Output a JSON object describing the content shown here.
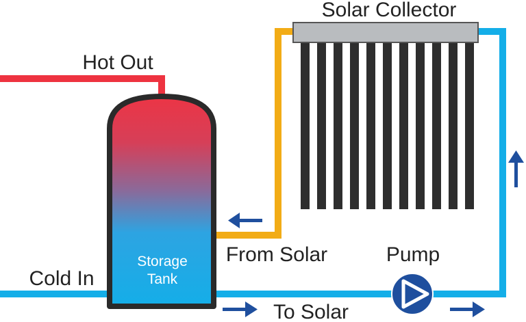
{
  "labels": {
    "solar_collector": "Solar Collector",
    "hot_out": "Hot Out",
    "from_solar": "From Solar",
    "pump": "Pump",
    "cold_in": "Cold In",
    "to_solar": "To Solar",
    "tank_line1": "Storage",
    "tank_line2": "Tank"
  },
  "colors": {
    "hot_pipe": "#ee3340",
    "warm_pipe": "#f2ac16",
    "cold_pipe": "#14aee8",
    "tank_outline": "#2a2a2a",
    "tank_top": "#ec3545",
    "tank_bottom": "#14aee8",
    "collector_header": "#b9bcbf",
    "collector_tubes": "#2e2e2e",
    "arrow": "#1f4f9e",
    "pump_fill": "#1f4f9e",
    "text": "#222222"
  },
  "icons": {
    "pump": "pump-play-icon",
    "flow": "arrow-icon"
  }
}
